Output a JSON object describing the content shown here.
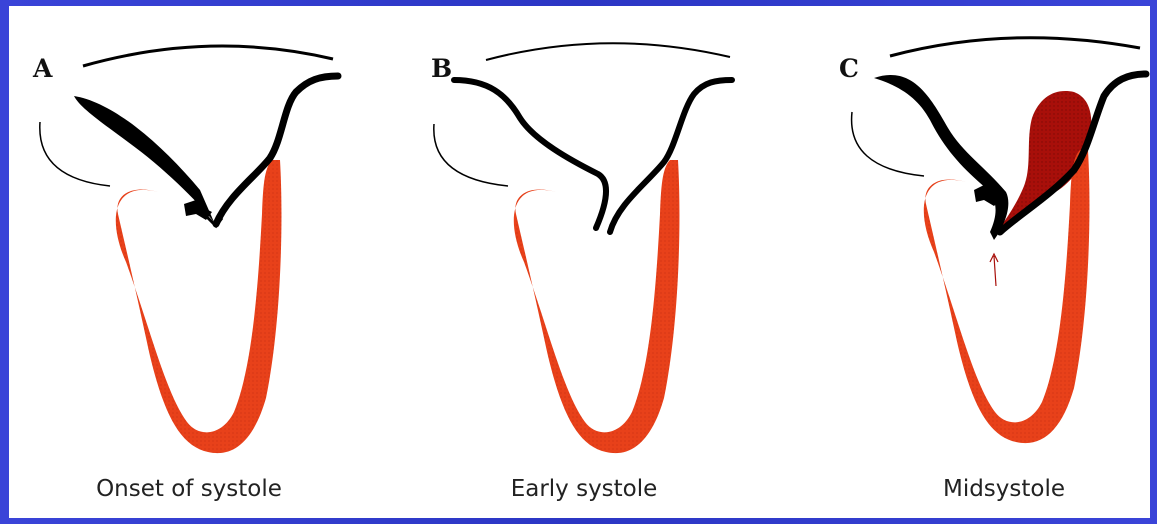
{
  "panels": [
    {
      "letter": "A",
      "caption": "Onset of systole"
    },
    {
      "letter": "B",
      "caption": "Early systole"
    },
    {
      "letter": "C",
      "caption": "Midsystole"
    }
  ],
  "colors": {
    "frame_blue": "#2b36c4",
    "myocardium": "#e8411a",
    "regurgitant_jet": "#a80f0a",
    "valve_outline": "#000000"
  }
}
